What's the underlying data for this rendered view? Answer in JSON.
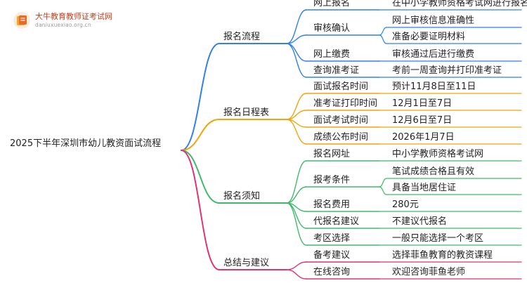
{
  "brand": {
    "title": "大牛教育教师证考试网",
    "url": "daniuxuexiao.org.cn",
    "colors": {
      "primary": "#e8692b",
      "accent": "#f5a623"
    }
  },
  "diagram": {
    "root": "2025下半年深圳市幼儿教资面试流程",
    "branches": [
      {
        "label": "报名流程",
        "color": "#2f80ed",
        "children": [
          {
            "label": "网上报名",
            "leaves": [
              "在中小学教师资格考试网进行报名"
            ]
          },
          {
            "label": "审核确认",
            "leaves": [
              "网上审核信息准确性",
              "准备必要证明材料"
            ]
          },
          {
            "label": "网上缴费",
            "leaves": [
              "审核通过后进行缴费"
            ]
          },
          {
            "label": "查询准考证",
            "leaves": [
              "考前一周查询并打印准考证"
            ]
          }
        ]
      },
      {
        "label": "报名日程表",
        "color": "#f2a40c",
        "children": [
          {
            "label": "面试报名时间",
            "leaves": [
              "预计11月8日至11日"
            ]
          },
          {
            "label": "准考证打印时间",
            "leaves": [
              "12月1日至7日"
            ]
          },
          {
            "label": "面试考试时间",
            "leaves": [
              "12月6日至7日"
            ]
          },
          {
            "label": "成绩公布时间",
            "leaves": [
              "2026年1月7日"
            ]
          }
        ]
      },
      {
        "label": "报名须知",
        "color": "#3dbb6b",
        "children": [
          {
            "label": "报名网址",
            "leaves": [
              "中小学教师资格考试网"
            ]
          },
          {
            "label": "报考条件",
            "leaves": [
              "笔试成绩合格且有效",
              "具备当地居住证"
            ]
          },
          {
            "label": "报名费用",
            "leaves": [
              "280元"
            ]
          },
          {
            "label": "代报名建议",
            "leaves": [
              "不建议代报名"
            ]
          },
          {
            "label": "考区选择",
            "leaves": [
              "一般只能选择一个考区"
            ]
          }
        ]
      },
      {
        "label": "总结与建议",
        "color": "#e0336f",
        "children": [
          {
            "label": "备考建议",
            "leaves": [
              "选择菲鱼教育的教资课程"
            ]
          },
          {
            "label": "在线咨询",
            "leaves": [
              "欢迎咨询菲鱼老师"
            ]
          }
        ]
      }
    ]
  }
}
